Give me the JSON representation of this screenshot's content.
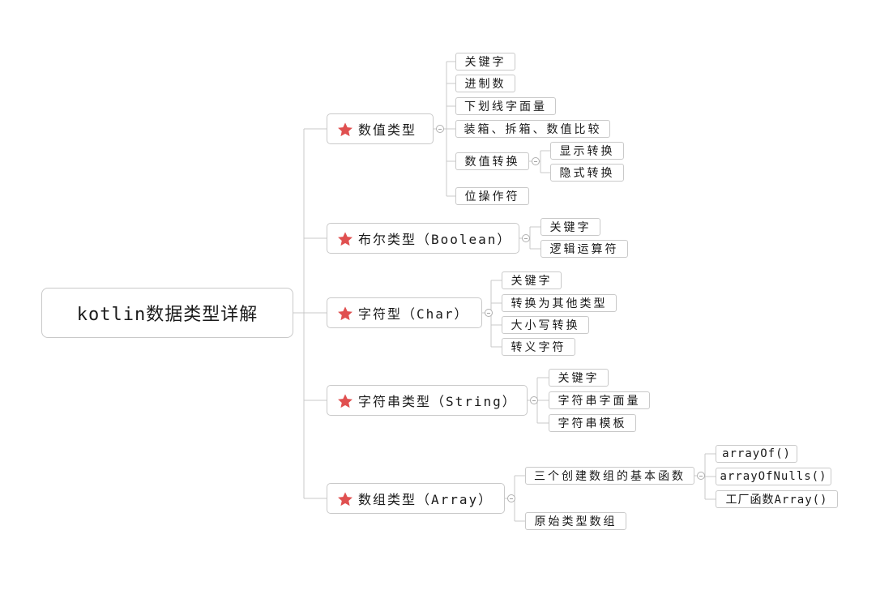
{
  "mindmap": {
    "root": "kotlin数据类型详解",
    "star_color": "#e05050",
    "branches": [
      {
        "label": "数值类型",
        "children": [
          "关键字",
          "进制数",
          "下划线字面量",
          "装箱、拆箱、数值比较",
          "数值转换",
          "位操作符"
        ],
        "grandchildren": [
          "显示转换",
          "隐式转换"
        ]
      },
      {
        "label": "布尔类型（Boolean）",
        "children": [
          "关键字",
          "逻辑运算符"
        ]
      },
      {
        "label": "字符型（Char）",
        "children": [
          "关键字",
          "转换为其他类型",
          "大小写转换",
          "转义字符"
        ]
      },
      {
        "label": "字符串类型（String）",
        "children": [
          "关键字",
          "字符串字面量",
          "字符串模板"
        ]
      },
      {
        "label": "数组类型（Array）",
        "children": [
          "三个创建数组的基本函数",
          "原始类型数组"
        ],
        "grandchildren": [
          "arrayOf()",
          "arrayOfNulls()",
          "工厂函数Array()"
        ]
      }
    ]
  }
}
